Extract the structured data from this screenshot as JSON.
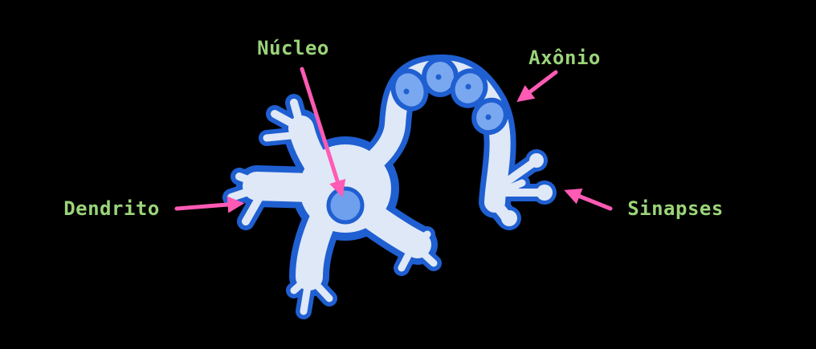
{
  "labels": {
    "nucleus": "Núcleo",
    "axon": "Axônio",
    "dendrite": "Dendrito",
    "synapses": "Sinapses"
  },
  "colors": {
    "background": "#000000",
    "label_text": "#9bd47a",
    "arrow": "#ff5ab4",
    "cell_fill": "#dfe8f7",
    "cell_outline": "#1f5fd1",
    "myelin": "#7aa8f0",
    "nucleus_fill": "#6fa0ee"
  }
}
